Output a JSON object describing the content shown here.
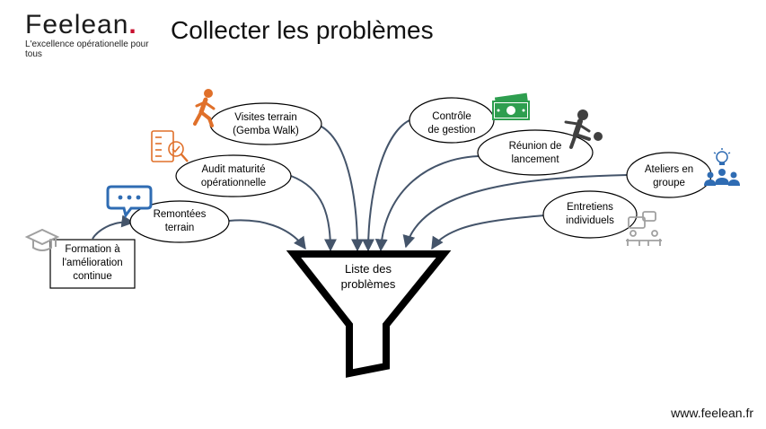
{
  "brand": {
    "name_main": "Feelean",
    "name_dot": ".",
    "tagline": "L'excellence opérationelle pour tous"
  },
  "title": "Collecter les problèmes",
  "footer_url": "www.feelean.fr",
  "funnel": {
    "label": [
      "Liste des",
      "problèmes"
    ]
  },
  "nodes": {
    "visites": [
      "Visites terrain",
      "(Gemba Walk)"
    ],
    "audit": [
      "Audit maturité",
      "opérationnelle"
    ],
    "remontees": [
      "Remontées",
      "terrain"
    ],
    "formation": [
      "Formation à",
      "l'amélioration",
      "continue"
    ],
    "controle": [
      "Contrôle",
      "de gestion"
    ],
    "reunion": [
      "Réunion de",
      "lancement"
    ],
    "ateliers": [
      "Ateliers en",
      "groupe"
    ],
    "entretiens": [
      "Entretiens",
      "individuels"
    ]
  },
  "colors": {
    "arrow": "#44546a",
    "orange_icon": "#e0702a",
    "blue_icon": "#2f6cb3",
    "green_icon": "#2e9e4f",
    "grey_icon": "#a0a0a0",
    "dark_icon": "#404040",
    "accent_red": "#c8102e"
  },
  "icons": {
    "visites": "walking-person-icon",
    "audit": "checklist-magnifier-icon",
    "remontees": "speech-bubble-icon",
    "formation": "graduation-cap-icon",
    "controle": "banknotes-icon",
    "reunion": "kicking-ball-icon",
    "ateliers": "group-idea-icon",
    "entretiens": "interview-icon"
  }
}
